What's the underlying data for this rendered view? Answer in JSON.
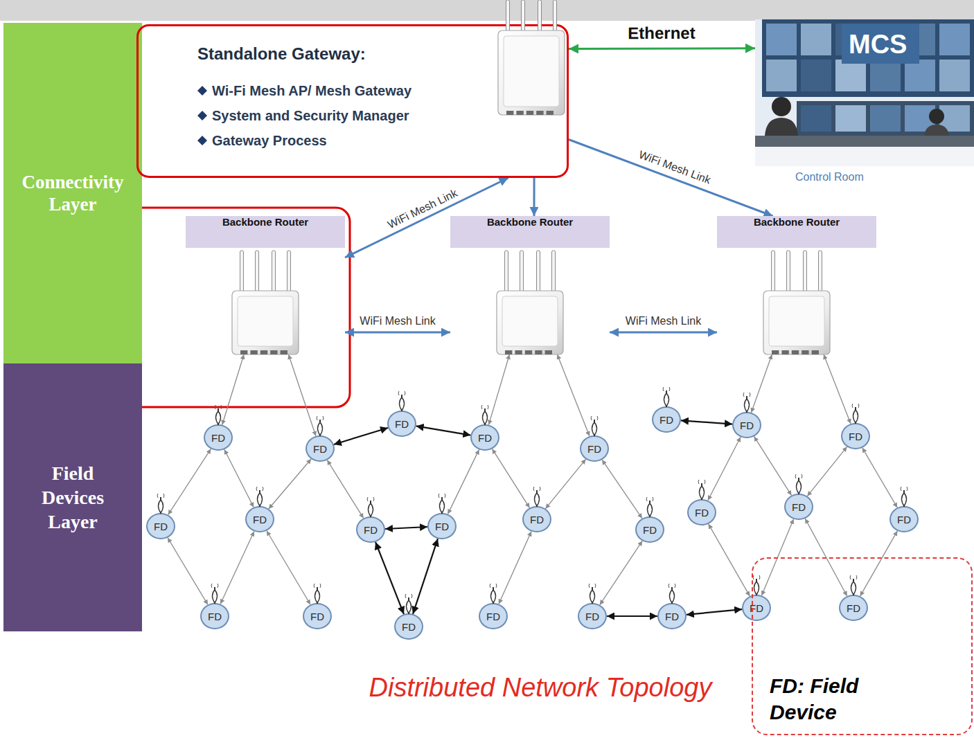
{
  "diagram": {
    "caption": "Distributed Network Topology",
    "nodes": [
      {
        "text": [
          "Connectivity Layer"
        ]
      },
      {
        "text": [
          "Standalone Gateway:",
          "Wi-Fi Mesh AP/ Mesh Gateway",
          "System and Security Manager",
          "Gateway Process"
        ]
      },
      {
        "text": [
          "MCS",
          "Control Room"
        ]
      },
      {
        "text": [
          "Backbone Router"
        ]
      },
      {
        "text": [
          "Backbone Router"
        ]
      },
      {
        "text": [
          "Backbone Router"
        ]
      },
      {
        "text": [
          "Field Devices Layer"
        ]
      },
      {
        "text": [
          "FD"
        ]
      },
      {
        "text": [
          "FD"
        ]
      },
      {
        "text": [
          "FD"
        ]
      },
      {
        "text": [
          "FD"
        ]
      },
      {
        "text": [
          "FD"
        ]
      },
      {
        "text": [
          "FD"
        ]
      },
      {
        "text": [
          "FD"
        ]
      },
      {
        "text": [
          "FD"
        ]
      },
      {
        "text": [
          "FD"
        ]
      },
      {
        "text": [
          "FD"
        ]
      },
      {
        "text": [
          "FD"
        ]
      },
      {
        "text": [
          "FD"
        ]
      },
      {
        "text": [
          "FD"
        ]
      },
      {
        "text": [
          "FD"
        ]
      },
      {
        "text": [
          "FD"
        ]
      },
      {
        "text": [
          "FD"
        ]
      },
      {
        "text": [
          "FD"
        ]
      },
      {
        "text": [
          "FD"
        ]
      },
      {
        "text": [
          "FD"
        ]
      },
      {
        "text": [
          "FD"
        ]
      },
      {
        "text": [
          "FD"
        ]
      },
      {
        "text": [
          "FD"
        ]
      },
      {
        "text": [
          "FD"
        ]
      },
      {
        "text": [
          "FD"
        ]
      },
      {
        "text": [
          "FD"
        ]
      },
      {
        "text": [
          "FD: Field Device"
        ]
      }
    ],
    "edges": [
      {
        "from": 1,
        "to": 3,
        "arrow": "both",
        "label": "WiFi Mesh Link"
      },
      {
        "from": 1,
        "to": 4,
        "arrow": "to"
      },
      {
        "from": 1,
        "to": 5,
        "arrow": "to",
        "label": "WiFi Mesh Link"
      },
      {
        "from": 1,
        "to": 2,
        "arrow": "both",
        "label": "Ethernet"
      },
      {
        "from": 3,
        "to": 4,
        "arrow": "both",
        "label": "WiFi Mesh Link"
      },
      {
        "from": 4,
        "to": 5,
        "arrow": "both",
        "label": "WiFi Mesh Link"
      },
      {
        "from": 3,
        "to": 7,
        "arrow": "both"
      },
      {
        "from": 3,
        "to": 8,
        "arrow": "both"
      },
      {
        "from": 4,
        "to": 10,
        "arrow": "both"
      },
      {
        "from": 4,
        "to": 11,
        "arrow": "both"
      },
      {
        "from": 5,
        "to": 13,
        "arrow": "both"
      },
      {
        "from": 5,
        "to": 14,
        "arrow": "both"
      },
      {
        "from": 8,
        "to": 9,
        "arrow": "both"
      },
      {
        "from": 9,
        "to": 10,
        "arrow": "both"
      },
      {
        "from": 12,
        "to": 13,
        "arrow": "both"
      },
      {
        "from": 17,
        "to": 18,
        "arrow": "both"
      },
      {
        "from": 28,
        "to": 29,
        "arrow": "both"
      },
      {
        "from": 29,
        "to": 30,
        "arrow": "both"
      },
      {
        "from": 17,
        "to": 26,
        "arrow": "both"
      },
      {
        "from": 18,
        "to": 26,
        "arrow": "both"
      },
      {
        "from": 7,
        "to": 15,
        "arrow": "both"
      },
      {
        "from": 7,
        "to": 16,
        "arrow": "both"
      },
      {
        "from": 8,
        "to": 16,
        "arrow": "both"
      },
      {
        "from": 8,
        "to": 17,
        "arrow": "both"
      },
      {
        "from": 10,
        "to": 18,
        "arrow": "both"
      },
      {
        "from": 10,
        "to": 19,
        "arrow": "both"
      },
      {
        "from": 11,
        "to": 19,
        "arrow": "both"
      },
      {
        "from": 11,
        "to": 20,
        "arrow": "both"
      },
      {
        "from": 13,
        "to": 21,
        "arrow": "both"
      },
      {
        "from": 13,
        "to": 22,
        "arrow": "both"
      },
      {
        "from": 14,
        "to": 22,
        "arrow": "both"
      },
      {
        "from": 14,
        "to": 23,
        "arrow": "both"
      },
      {
        "from": 15,
        "to": 24,
        "arrow": "both"
      },
      {
        "from": 16,
        "to": 24,
        "arrow": "both"
      },
      {
        "from": 16,
        "to": 25,
        "arrow": "both"
      },
      {
        "from": 19,
        "to": 27,
        "arrow": "both"
      },
      {
        "from": 20,
        "to": 28,
        "arrow": "both"
      },
      {
        "from": 22,
        "to": 30,
        "arrow": "both"
      },
      {
        "from": 22,
        "to": 31,
        "arrow": "both"
      },
      {
        "from": 23,
        "to": 31,
        "arrow": "both"
      },
      {
        "from": 21,
        "to": 30,
        "arrow": "both"
      }
    ]
  }
}
